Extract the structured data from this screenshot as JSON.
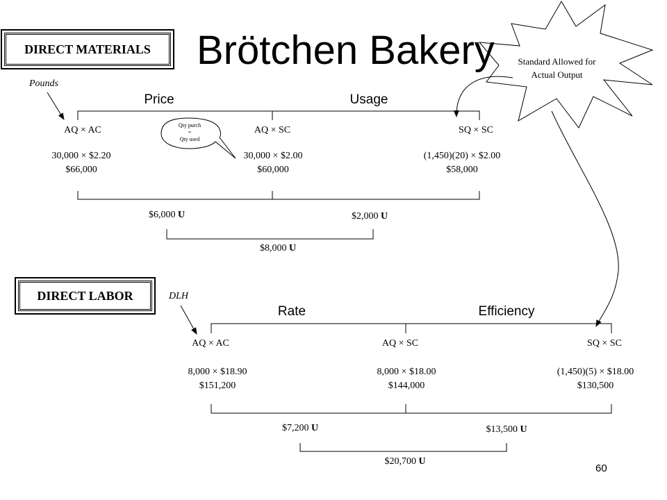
{
  "title": "Brötchen Bakery",
  "page_number": "60",
  "starburst_note": "Standard Allowed for Actual Output",
  "materials": {
    "section_label": "DIRECT MATERIALS",
    "unit_note": "Pounds",
    "variance1_name": "Price",
    "variance2_name": "Usage",
    "col1_header": "AQ × AC",
    "col2_header": "AQ × SC",
    "col3_header": "SQ × SC",
    "col1_calc": "30,000 × $2.20",
    "col1_total": "$66,000",
    "col2_calc": "30,000 × $2.00",
    "col2_total": "$60,000",
    "col3_calc": "(1,450)(20) × $2.00",
    "col3_total": "$58,000",
    "bubble_line1": "Qty purch",
    "bubble_line2": "=",
    "bubble_line3": "Qty used",
    "variance1_amount": "$6,000",
    "variance1_flag": "U",
    "variance2_amount": "$2,000",
    "variance2_flag": "U",
    "total_amount": "$8,000",
    "total_flag": "U"
  },
  "labor": {
    "section_label": "DIRECT LABOR",
    "unit_note": "DLH",
    "variance1_name": "Rate",
    "variance2_name": "Efficiency",
    "col1_header": "AQ × AC",
    "col2_header": "AQ × SC",
    "col3_header": "SQ × SC",
    "col1_calc": "8,000 × $18.90",
    "col1_total": "$151,200",
    "col2_calc": "8,000 × $18.00",
    "col2_total": "$144,000",
    "col3_calc": "(1,450)(5) × $18.00",
    "col3_total": "$130,500",
    "variance1_amount": "$7,200",
    "variance1_flag": "U",
    "variance2_amount": "$13,500",
    "variance2_flag": "U",
    "total_amount": "$20,700",
    "total_flag": "U"
  }
}
